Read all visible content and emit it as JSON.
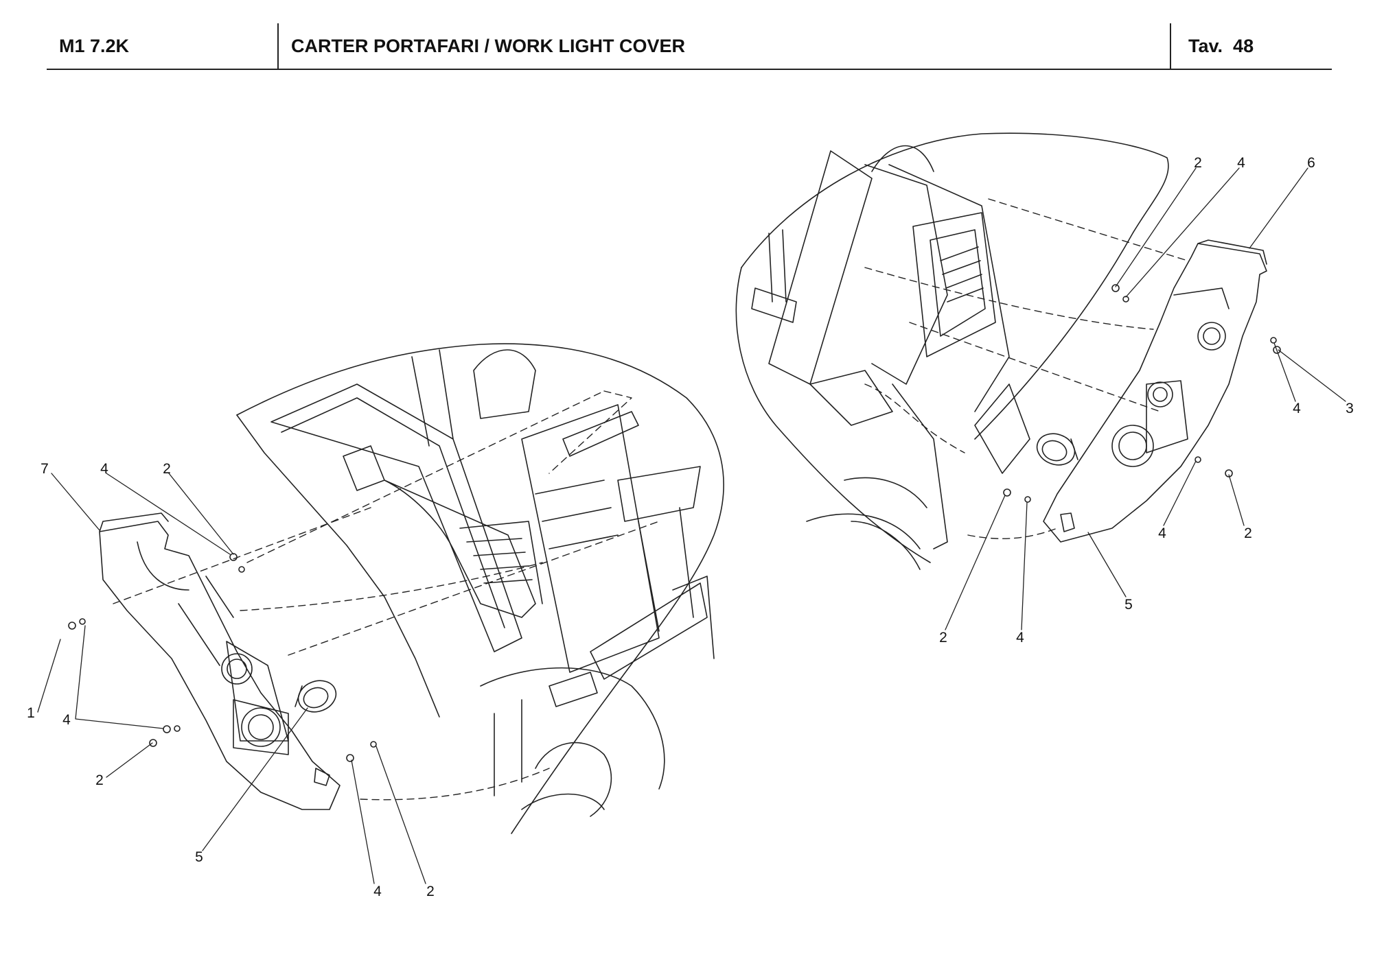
{
  "header": {
    "model": "M1 7.2K",
    "title": "CARTER PORTAFARI / WORK LIGHT COVER",
    "table_label": "Tav.",
    "table_number": "48"
  },
  "left_view": {
    "callouts": [
      "7",
      "4",
      "2",
      "1",
      "4",
      "2",
      "5",
      "4",
      "2"
    ]
  },
  "right_view": {
    "callouts": [
      "2",
      "4",
      "6",
      "3",
      "4",
      "4",
      "2",
      "5",
      "2",
      "4"
    ]
  }
}
